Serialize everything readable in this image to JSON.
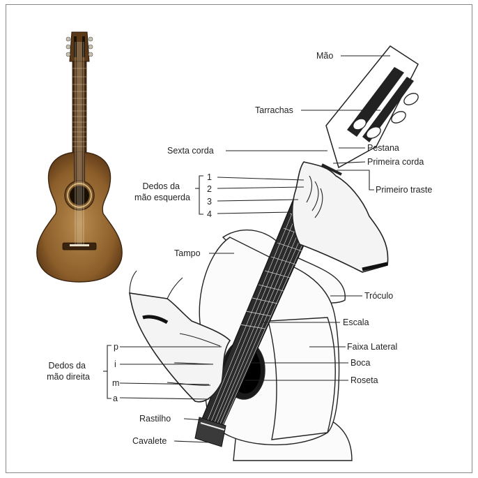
{
  "left_hand_group": "Dedos da\nmão esquerda",
  "right_hand_group": "Dedos da\nmão direita",
  "labels": {
    "mao": "Mão",
    "tarrachas": "Tarrachas",
    "sexta_corda": "Sexta corda",
    "pestana": "Pestana",
    "primeira_corda": "Primeira corda",
    "primeiro_traste": "Primeiro traste",
    "tampo": "Tampo",
    "troculo": "Tróculo",
    "escala": "Escala",
    "faixa_lateral": "Faixa Lateral",
    "boca": "Boca",
    "roseta": "Roseta",
    "rastilho": "Rastilho",
    "cavalete": "Cavalete"
  },
  "left_fingers": [
    "1",
    "2",
    "3",
    "4"
  ],
  "right_fingers": [
    "p",
    "i",
    "m",
    "a"
  ]
}
